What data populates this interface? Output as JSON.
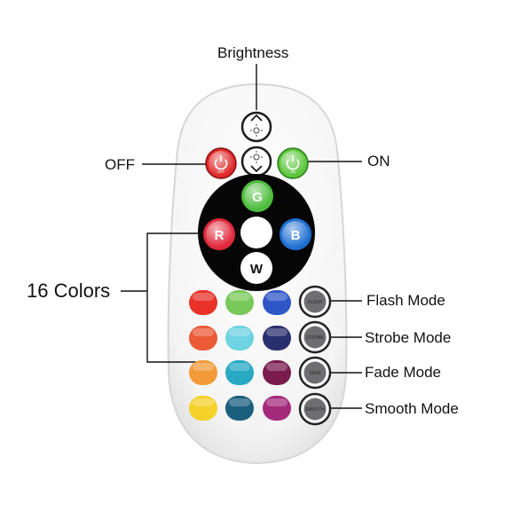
{
  "callouts": {
    "brightness": "Brightness",
    "off": "OFF",
    "on": "ON",
    "colors": "16 Colors",
    "flash": "Flash Mode",
    "strobe": "Strobe Mode",
    "fade": "Fade Mode",
    "smooth": "Smooth Mode"
  },
  "buttons": {
    "red": "R",
    "green": "G",
    "blue": "B",
    "white": "W",
    "off_small": "OFF",
    "on_small": "ON",
    "flash_small": "FLASH",
    "strobe_small": "STROBE",
    "fade_small": "FADE",
    "smooth_small": "SMOOTH"
  },
  "colors": {
    "red_btn": "#e0283a",
    "green_btn": "#4cbc3c",
    "blue_btn": "#1f6fd0",
    "off_btn": "#e02a2a",
    "on_btn": "#5cc53c",
    "mode_btn": "#6e6e72",
    "grid": [
      [
        "#e8322a",
        "#79c95a",
        "#2f57c8"
      ],
      [
        "#ec5a38",
        "#6fd3e3",
        "#2a2f6e"
      ],
      [
        "#f29a3a",
        "#27a9c4",
        "#7a1d4e"
      ],
      [
        "#f4d22a",
        "#1b5f7e",
        "#a42a7c"
      ]
    ]
  }
}
